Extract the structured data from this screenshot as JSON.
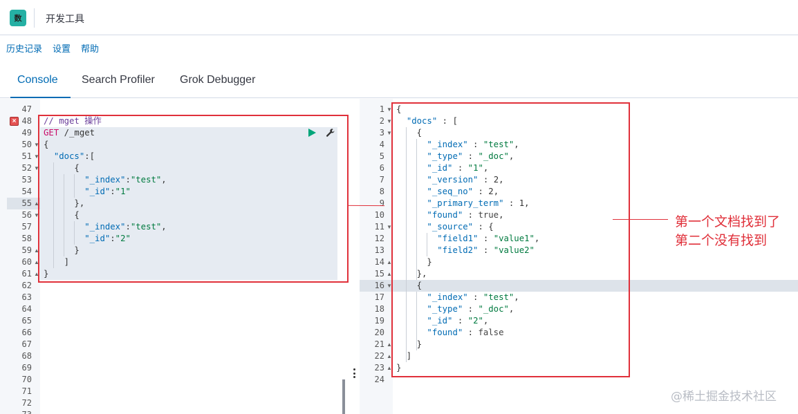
{
  "app": {
    "logo_text": "数",
    "title": "开发工具"
  },
  "menu": [
    {
      "label": "历史记录"
    },
    {
      "label": "设置"
    },
    {
      "label": "帮助"
    }
  ],
  "tabs": [
    {
      "label": "Console",
      "active": true
    },
    {
      "label": "Search Profiler",
      "active": false
    },
    {
      "label": "Grok Debugger",
      "active": false
    }
  ],
  "request_editor": {
    "line_numbers": [
      "47",
      "48",
      "49",
      "50",
      "51",
      "52",
      "53",
      "54",
      "55",
      "56",
      "57",
      "58",
      "59",
      "60",
      "61",
      "62",
      "63",
      "64",
      "65",
      "66",
      "67",
      "68",
      "69",
      "70",
      "71",
      "72",
      "73"
    ],
    "active_line": "55",
    "error_line": "48",
    "lines": [
      [],
      [
        [
          "cmt",
          "// mget 操作"
        ]
      ],
      [
        [
          "kw-method",
          "GET"
        ],
        [
          "punc",
          " /_mget"
        ]
      ],
      [
        [
          "punc",
          "{"
        ]
      ],
      [
        [
          "punc",
          "  "
        ],
        [
          "key",
          "\"docs\""
        ],
        [
          "punc",
          ":["
        ]
      ],
      [
        [
          "punc",
          "      {"
        ]
      ],
      [
        [
          "punc",
          "        "
        ],
        [
          "key",
          "\"_index\""
        ],
        [
          "punc",
          ":"
        ],
        [
          "str",
          "\"test\""
        ],
        [
          "punc",
          ","
        ]
      ],
      [
        [
          "punc",
          "        "
        ],
        [
          "key",
          "\"_id\""
        ],
        [
          "punc",
          ":"
        ],
        [
          "str",
          "\"1\""
        ]
      ],
      [
        [
          "punc",
          "      },"
        ]
      ],
      [
        [
          "punc",
          "      {"
        ]
      ],
      [
        [
          "punc",
          "        "
        ],
        [
          "key",
          "\"_index\""
        ],
        [
          "punc",
          ":"
        ],
        [
          "str",
          "\"test\""
        ],
        [
          "punc",
          ","
        ]
      ],
      [
        [
          "punc",
          "        "
        ],
        [
          "key",
          "\"_id\""
        ],
        [
          "punc",
          ":"
        ],
        [
          "str",
          "\"2\""
        ]
      ],
      [
        [
          "punc",
          "      }"
        ]
      ],
      [
        [
          "punc",
          "    ]"
        ]
      ],
      [
        [
          "punc",
          "}"
        ]
      ]
    ]
  },
  "response_editor": {
    "line_numbers": [
      "1",
      "2",
      "3",
      "4",
      "5",
      "6",
      "7",
      "8",
      "9",
      "10",
      "11",
      "12",
      "13",
      "14",
      "15",
      "16",
      "17",
      "18",
      "19",
      "20",
      "21",
      "22",
      "23",
      "24"
    ],
    "active_line": "16",
    "lines": [
      [
        [
          "punc",
          "{"
        ]
      ],
      [
        [
          "punc",
          "  "
        ],
        [
          "key",
          "\"docs\""
        ],
        [
          "punc",
          " : ["
        ]
      ],
      [
        [
          "punc",
          "    {"
        ]
      ],
      [
        [
          "punc",
          "      "
        ],
        [
          "key",
          "\"_index\""
        ],
        [
          "punc",
          " : "
        ],
        [
          "str",
          "\"test\""
        ],
        [
          "punc",
          ","
        ]
      ],
      [
        [
          "punc",
          "      "
        ],
        [
          "key",
          "\"_type\""
        ],
        [
          "punc",
          " : "
        ],
        [
          "str",
          "\"_doc\""
        ],
        [
          "punc",
          ","
        ]
      ],
      [
        [
          "punc",
          "      "
        ],
        [
          "key",
          "\"_id\""
        ],
        [
          "punc",
          " : "
        ],
        [
          "str",
          "\"1\""
        ],
        [
          "punc",
          ","
        ]
      ],
      [
        [
          "punc",
          "      "
        ],
        [
          "key",
          "\"_version\""
        ],
        [
          "punc",
          " : "
        ],
        [
          "num",
          "2"
        ],
        [
          "punc",
          ","
        ]
      ],
      [
        [
          "punc",
          "      "
        ],
        [
          "key",
          "\"_seq_no\""
        ],
        [
          "punc",
          " : "
        ],
        [
          "num",
          "2"
        ],
        [
          "punc",
          ","
        ]
      ],
      [
        [
          "punc",
          "      "
        ],
        [
          "key",
          "\"_primary_term\""
        ],
        [
          "punc",
          " : "
        ],
        [
          "num",
          "1"
        ],
        [
          "punc",
          ","
        ]
      ],
      [
        [
          "punc",
          "      "
        ],
        [
          "key",
          "\"found\""
        ],
        [
          "punc",
          " : "
        ],
        [
          "bool",
          "true"
        ],
        [
          "punc",
          ","
        ]
      ],
      [
        [
          "punc",
          "      "
        ],
        [
          "key",
          "\"_source\""
        ],
        [
          "punc",
          " : {"
        ]
      ],
      [
        [
          "punc",
          "        "
        ],
        [
          "key",
          "\"field1\""
        ],
        [
          "punc",
          " : "
        ],
        [
          "str",
          "\"value1\""
        ],
        [
          "punc",
          ","
        ]
      ],
      [
        [
          "punc",
          "        "
        ],
        [
          "key",
          "\"field2\""
        ],
        [
          "punc",
          " : "
        ],
        [
          "str",
          "\"value2\""
        ]
      ],
      [
        [
          "punc",
          "      }"
        ]
      ],
      [
        [
          "punc",
          "    },"
        ]
      ],
      [
        [
          "punc",
          "    {"
        ]
      ],
      [
        [
          "punc",
          "      "
        ],
        [
          "key",
          "\"_index\""
        ],
        [
          "punc",
          " : "
        ],
        [
          "str",
          "\"test\""
        ],
        [
          "punc",
          ","
        ]
      ],
      [
        [
          "punc",
          "      "
        ],
        [
          "key",
          "\"_type\""
        ],
        [
          "punc",
          " : "
        ],
        [
          "str",
          "\"_doc\""
        ],
        [
          "punc",
          ","
        ]
      ],
      [
        [
          "punc",
          "      "
        ],
        [
          "key",
          "\"_id\""
        ],
        [
          "punc",
          " : "
        ],
        [
          "str",
          "\"2\""
        ],
        [
          "punc",
          ","
        ]
      ],
      [
        [
          "punc",
          "      "
        ],
        [
          "key",
          "\"found\""
        ],
        [
          "punc",
          " : "
        ],
        [
          "bool",
          "false"
        ]
      ],
      [
        [
          "punc",
          "    }"
        ]
      ],
      [
        [
          "punc",
          "  ]"
        ]
      ],
      [
        [
          "punc",
          "}"
        ]
      ],
      []
    ]
  },
  "annotation": {
    "line1": "第一个文档找到了",
    "line2": "第二个没有找到"
  },
  "watermark": "@稀土掘金技术社区",
  "colors": {
    "accent": "#006bb4",
    "annotation_red": "#e0303a",
    "run_green": "#00a57a"
  }
}
